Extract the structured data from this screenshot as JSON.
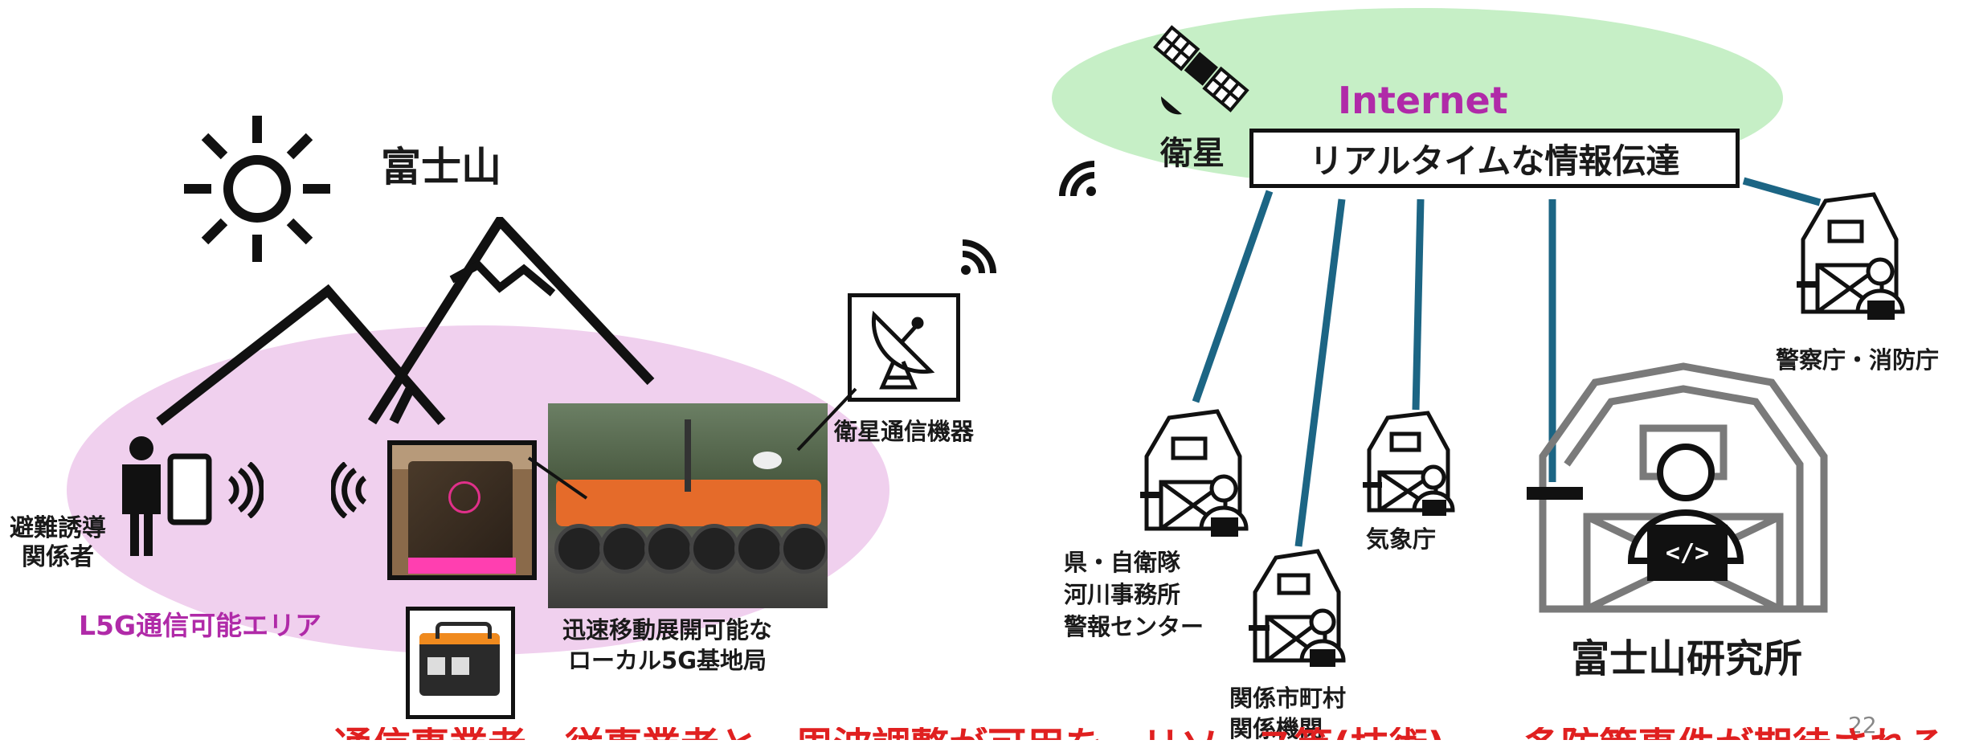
{
  "left": {
    "mountain_label": "富士山",
    "area_label": "L5G通信可能エリア",
    "person_label_line1": "避難誘導",
    "person_label_line2": "関係者",
    "satellite_equipment_label": "衛星通信機器",
    "base_station_line1": "迅速移動展開可能な",
    "base_station_line2": "ローカル5G基地局"
  },
  "right": {
    "internet_label": "Internet",
    "satellite_label": "衛星",
    "realtime_box": "リアルタイムな情報伝達",
    "police_fire": "警察庁・消防庁",
    "prefecture_line1": "県・自衛隊",
    "prefecture_line2": "河川事務所",
    "prefecture_line3": "警報センター",
    "weather": "気象庁",
    "municipal_line1": "関係市町村",
    "municipal_line2": "関係機関",
    "fuji_institute": "富士山研究所"
  },
  "page_number": "22",
  "bottom_text": "通信事業者、従事業者と、周波調整が可用を、リソース等(技術)……多防策事件が期待される",
  "colors": {
    "ellipse_pink": "#f0d0ee",
    "ellipse_green": "#c6efc6",
    "purple_text": "#b02aa8",
    "line_blue": "#1c6584",
    "red_text": "#e02020"
  }
}
